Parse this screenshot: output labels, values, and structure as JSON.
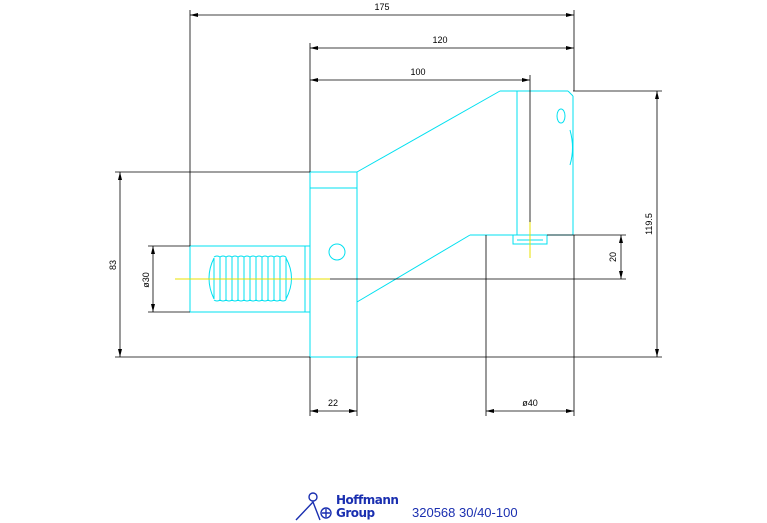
{
  "dimensions": {
    "overall_length": "175",
    "length_120": "120",
    "length_100": "100",
    "height_83": "83",
    "diameter_30": "ø30",
    "height_119_5": "119.5",
    "height_20": "20",
    "width_22": "22",
    "diameter_40": "ø40"
  },
  "footer": {
    "brand_line1": "Hoffmann",
    "brand_line2": "Group",
    "part_number": "320568 30/40-100"
  },
  "colors": {
    "outline": "#00e0f0",
    "dimension": "#000000",
    "centerline": "#e8e000",
    "brand": "#1a2fb0"
  }
}
